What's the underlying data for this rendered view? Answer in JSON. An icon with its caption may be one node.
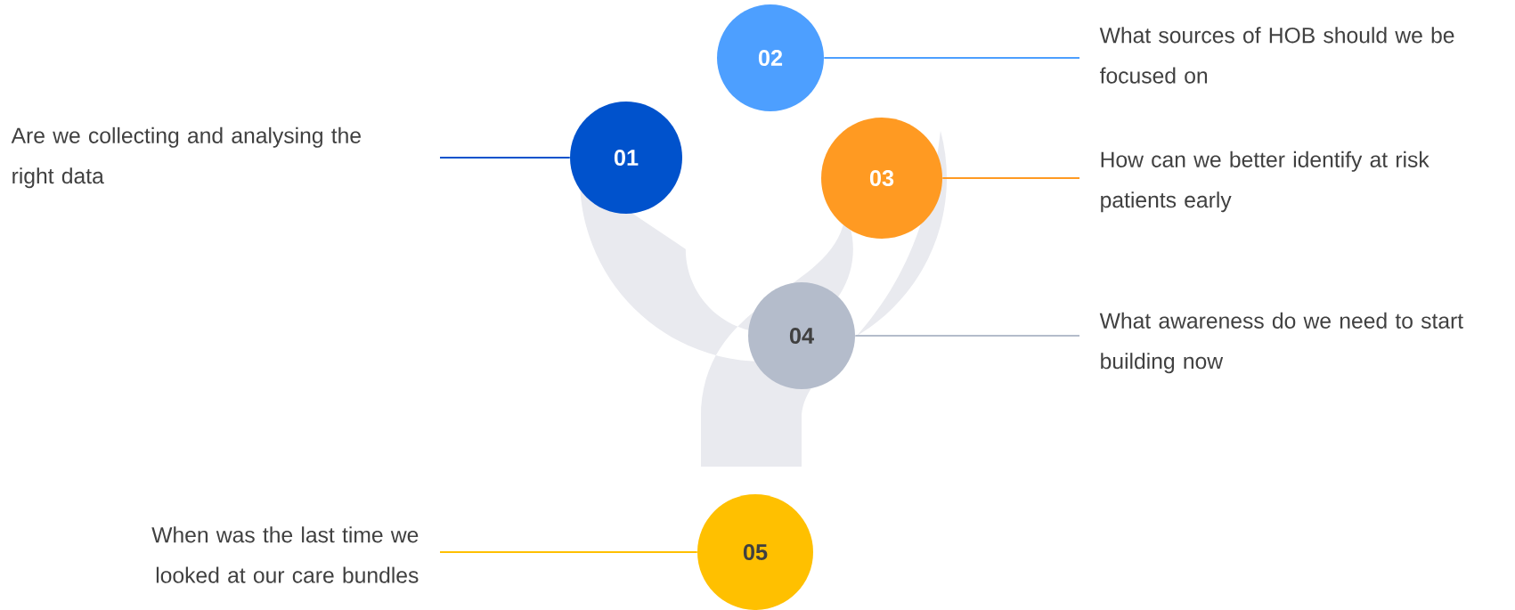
{
  "diagram": {
    "nodes": [
      {
        "text": [
          "01"
        ]
      },
      {
        "text": [
          "Are we collecting and analysing the right data"
        ]
      },
      {
        "text": [
          "02"
        ]
      },
      {
        "text": [
          "What sources of HOB should we be focused on"
        ]
      },
      {
        "text": [
          "03"
        ]
      },
      {
        "text": [
          "How can we better identify at risk patients early"
        ]
      },
      {
        "text": [
          "04"
        ]
      },
      {
        "text": [
          "What awareness do we need to start building now"
        ]
      },
      {
        "text": [
          "05"
        ]
      },
      {
        "text": [
          "When was the last time we looked at our care bundles"
        ]
      }
    ],
    "edges": [
      {
        "from": 1,
        "to": 0,
        "arrow": "none",
        "color": "#0052cc"
      },
      {
        "from": 2,
        "to": 3,
        "arrow": "none",
        "color": "#4d9fff"
      },
      {
        "from": 4,
        "to": 5,
        "arrow": "none",
        "color": "#ff9a22"
      },
      {
        "from": 6,
        "to": 7,
        "arrow": "none",
        "color": "#b4bccb"
      },
      {
        "from": 9,
        "to": 8,
        "arrow": "none",
        "color": "#ffc000"
      }
    ]
  }
}
